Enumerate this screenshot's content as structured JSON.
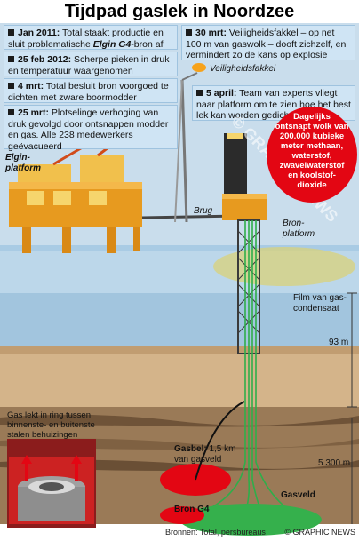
{
  "title": "Tijdpad gaslek in Noordzee",
  "timeline": [
    {
      "date": "Jan 2011:",
      "text_a": " Total staakt productie en sluit problematische ",
      "text_em": "Elgin G4",
      "text_b": "-bron af"
    },
    {
      "date": "25 feb 2012:",
      "text": " Scherpe pieken in druk en temperatuur waargenomen"
    },
    {
      "date": "4 mrt:",
      "text": " Total besluit bron voorgoed te dichten met zware boormodder"
    },
    {
      "date": "25 mrt:",
      "text": " Plotselinge verhoging van druk gevolgd door ontsnappen modder en gas. Alle 238 medewerkers geëvacueerd"
    },
    {
      "date": "30 mrt:",
      "text": " Veiligheidsfakkel – op net 100 m van gaswolk – dooft zichzelf, en vermindert zo de kans op explosie"
    },
    {
      "date": "5 april:",
      "text": " Team van experts vliegt naar platform om te zien hoe het best lek kan worden gedicht"
    }
  ],
  "labels": {
    "fakkel": "Veiligheidsfakkel",
    "elgin_line1": "Elgin-",
    "elgin_line2": "platform",
    "brug": "Brug",
    "bron_line1": "Bron-",
    "bron_line2": "platform",
    "film_line1": "Film van gas-",
    "film_line2": "condensaat",
    "depth": "93 m",
    "lek_line1": "Gas lekt in ring tussen",
    "lek_line2": "binnenste- en buitenste",
    "lek_line3": "stalen behuizingen",
    "gasbel_bold": "Gasbel:",
    "gasbel_rest": " 1,5 km",
    "gasbel_line2": "van gasveld",
    "bron_g4": "Bron G4",
    "gasveld": "Gasveld",
    "deep": "5.300 m",
    "watermark": "© GRAPHIC NEWS"
  },
  "bubble": [
    "Dagelijks",
    "ontsnapt wolk van",
    "200.000 kubieke",
    "meter methaan,",
    "waterstof,",
    "zwavelwaterstof",
    "en koolstof-",
    "dioxide"
  ],
  "footer": {
    "source": "Bronnen: Total, persbureaus",
    "credit": "© GRAPHIC NEWS"
  },
  "colors": {
    "sky": "#c9ddec",
    "sea_surface": "#bcd7ea",
    "sea": "#9fc2dc",
    "seabed": "#c9a77e",
    "rock": "#8a6a4a",
    "accent_red": "#e30613",
    "gas_green": "#2fae4a",
    "platform_orange": "#e79a1f",
    "box_bg": "#cfe4f4"
  }
}
